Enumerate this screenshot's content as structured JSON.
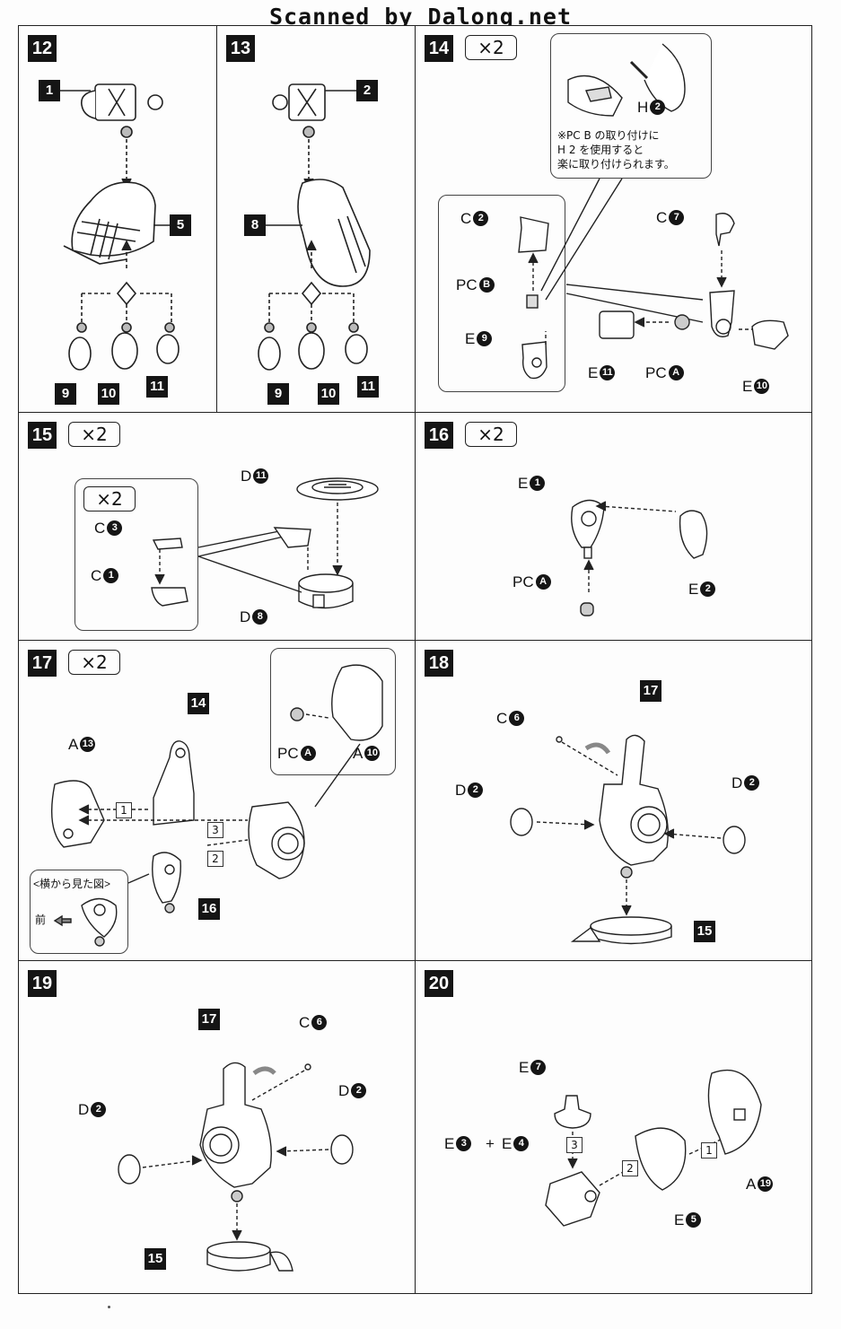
{
  "header": "Scanned by Dalong.net",
  "steps": {
    "s12": {
      "num": "12",
      "tags": [
        "1",
        "5",
        "9",
        "10",
        "11"
      ]
    },
    "s13": {
      "num": "13",
      "tags": [
        "2",
        "8",
        "9",
        "10",
        "11"
      ]
    },
    "s14": {
      "num": "14",
      "mult": "×2",
      "labels": {
        "h2": "H",
        "c2": "C",
        "pcb": "PC",
        "e9": "E",
        "c7": "C",
        "e11": "E",
        "pca": "PC",
        "e10": "E"
      },
      "markers": {
        "h2": "2",
        "c2": "2",
        "pcb": "B",
        "e9": "9",
        "c7": "7",
        "e11": "11",
        "pca": "A",
        "e10": "10"
      },
      "note": "※PC B の取り付けに\nH 2 を使用すると\n楽に取り付けられます。"
    },
    "s15": {
      "num": "15",
      "mult": "×2",
      "inset_mult": "×2",
      "labels": {
        "d11": "D",
        "c3": "C",
        "c1": "C",
        "d8": "D"
      },
      "markers": {
        "d11": "11",
        "c3": "3",
        "c1": "1",
        "d8": "8"
      }
    },
    "s16": {
      "num": "16",
      "mult": "×2",
      "labels": {
        "e1": "E",
        "pca": "PC",
        "e2": "E"
      },
      "markers": {
        "e1": "1",
        "pca": "A",
        "e2": "2"
      }
    },
    "s17": {
      "num": "17",
      "mult": "×2",
      "tags": [
        "14",
        "16"
      ],
      "labels": {
        "a13": "A",
        "pca": "PC",
        "a10": "A"
      },
      "markers": {
        "a13": "13",
        "pca": "A",
        "a10": "10"
      },
      "order": [
        "1",
        "3",
        "2"
      ],
      "side_view_title": "<横から見た図>",
      "front_label": "前"
    },
    "s18": {
      "num": "18",
      "tags": [
        "17",
        "15"
      ],
      "labels": {
        "c6": "C",
        "d2a": "D",
        "d2b": "D"
      },
      "markers": {
        "c6": "6",
        "d2a": "2",
        "d2b": "2"
      }
    },
    "s19": {
      "num": "19",
      "tags": [
        "17",
        "15"
      ],
      "labels": {
        "c6": "C",
        "d2a": "D",
        "d2b": "D"
      },
      "markers": {
        "c6": "6",
        "d2a": "2",
        "d2b": "2"
      }
    },
    "s20": {
      "num": "20",
      "labels": {
        "e7": "E",
        "e3": "E",
        "plus": "+",
        "e4": "E",
        "e5": "E",
        "a19": "A"
      },
      "markers": {
        "e7": "7",
        "e3": "3",
        "e4": "4",
        "e5": "5",
        "a19": "19"
      },
      "order": [
        "3",
        "2",
        "1"
      ]
    }
  }
}
